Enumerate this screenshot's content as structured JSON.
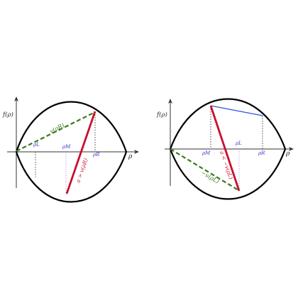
{
  "colors": {
    "curve": "#000000",
    "axis": "#333333",
    "green": "#3a7a1a",
    "red": "#c8102e",
    "blue": "#2b55e0",
    "label_blue": "#3a3ad0",
    "dots": "#444444",
    "dots_blue": "#7a7ae0"
  },
  "left_panel": {
    "y_axis_label": "f(ρ)",
    "x_axis_label": "ρ",
    "rho_L": "ρL",
    "rho_M": "ρM",
    "rho_R": "ρR",
    "green_label": "v(ρR)",
    "red_label": "a > v(ρR)"
  },
  "right_panel": {
    "y_axis_label": "f(ρ)",
    "x_axis_label": "ρ",
    "rho_L": "ρL",
    "rho_M": "ρM",
    "rho_R": "ρR",
    "green_label": "−v(ρL)",
    "red_label": "a < −v(ρL)"
  }
}
